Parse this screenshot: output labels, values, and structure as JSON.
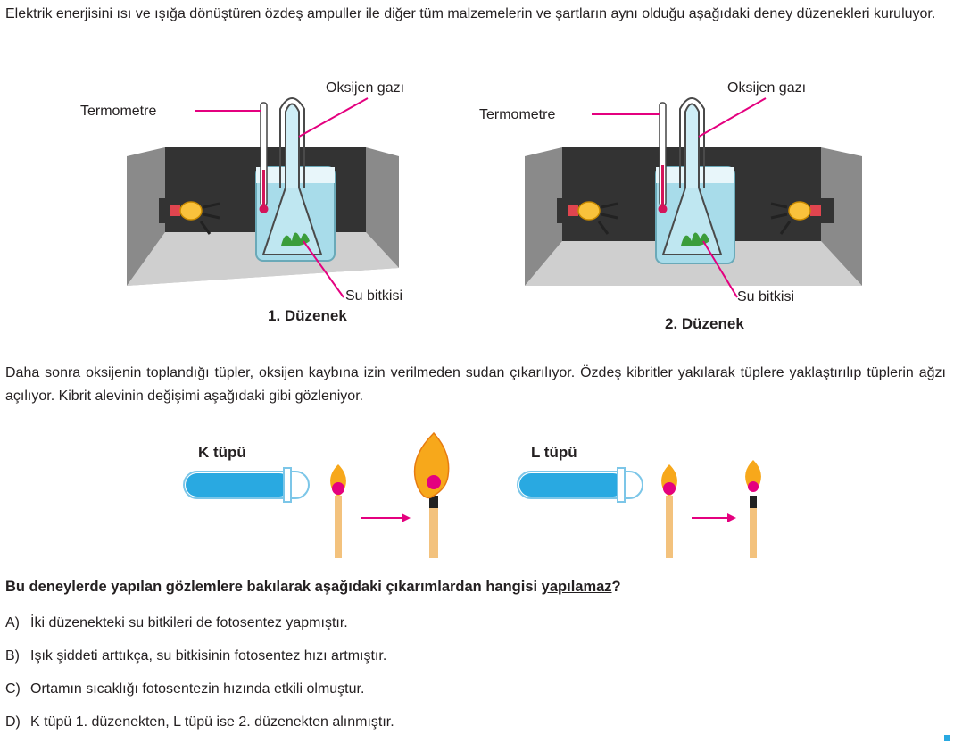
{
  "intro": "Elektrik enerjisini ısı ve ışığa dönüştüren özdeş ampuller ile diğer tüm malzemelerin ve şartların aynı olduğu aşağıdaki deney düzenekleri kuruluyor.",
  "setups": [
    {
      "caption": "1. Düzenek",
      "thermometer_label": "Termometre",
      "oxygen_label": "Oksijen gazı",
      "plant_label": "Su bitkisi",
      "lamp_count": 1
    },
    {
      "caption": "2. Düzenek",
      "thermometer_label": "Termometre",
      "oxygen_label": "Oksijen gazı",
      "plant_label": "Su bitkisi",
      "lamp_count": 2
    }
  ],
  "middle_text": "Daha sonra oksijenin toplandığı tüpler, oksijen kaybına izin verilmeden sudan çıkarılıyor. Özdeş kibritler yakılarak tüplere yaklaştırılıp tüplerin ağzı açılıyor. Kibrit alevinin değişimi aşağıdaki gibi gözleniyor.",
  "tubes": [
    {
      "label": "K tüpü",
      "flame_after": "large"
    },
    {
      "label": "L tüpü",
      "flame_after": "small"
    }
  ],
  "question": {
    "before": "Bu deneylerde yapılan gözlemlere bakılarak aşağıdaki çıkarımlardan hangisi ",
    "underlined": "yapılamaz",
    "after": "?"
  },
  "options": [
    {
      "letter": "A)",
      "text": "İki düzenekteki su bitkileri de fotosentez yapmıştır."
    },
    {
      "letter": "B)",
      "text": "Işık şiddeti arttıkça, su bitkisinin fotosentez hızı artmıştır."
    },
    {
      "letter": "C)",
      "text": "Ortamın sıcaklığı fotosentezin hızında etkili olmuştur."
    },
    {
      "letter": "D)",
      "text": "K tüpü 1. düzenekten, L tüpü ise 2. düzenekten alınmıştır."
    }
  ],
  "colors": {
    "accent_line": "#e4007f",
    "water": "#a8dcea",
    "box_dark": "#3a3a3a",
    "box_wall": "#8a8a8a",
    "floor": "#c9c9c9",
    "tube_blue": "#29a9e1",
    "arrow": "#e4007f"
  }
}
